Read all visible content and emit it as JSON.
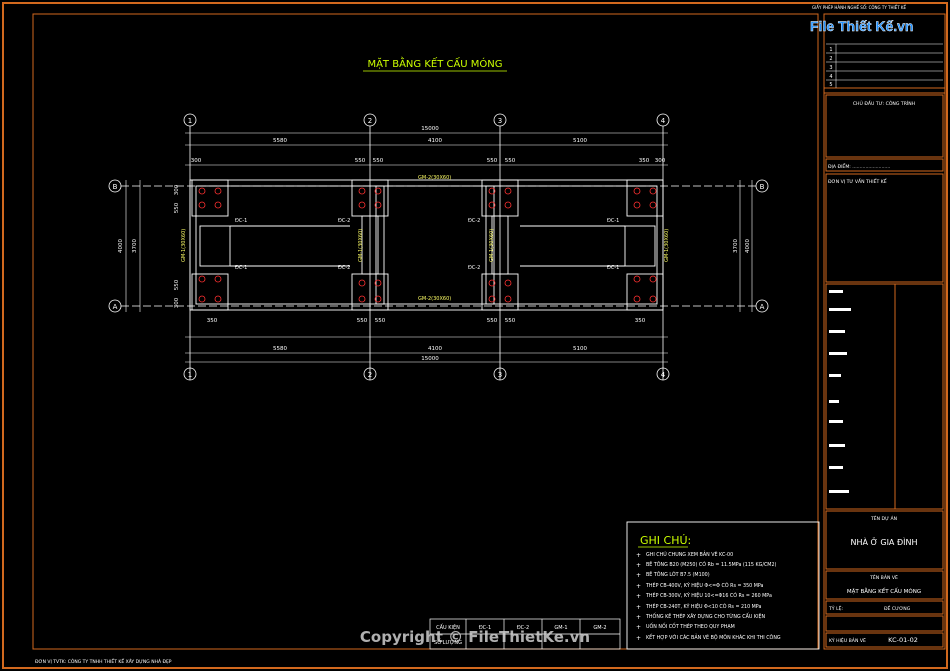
{
  "logo": {
    "text": "File Thiết Kế.vn",
    "top_line": "GIẤY PHÉP HÀNH NGHỀ SỐ: CÔNG TY THIẾT KẾ"
  },
  "drawing": {
    "title": "MẶT BẰNG KẾT CẤU MÓNG",
    "axes_x": [
      "1",
      "2",
      "3",
      "4"
    ],
    "axes_y": [
      "B",
      "A"
    ],
    "total_span": "15000",
    "spans": [
      "5580",
      "4100",
      "5100"
    ],
    "inner_dims": [
      "300",
      "550",
      "550",
      "550",
      "550",
      "350",
      "300"
    ],
    "bottom_dims": [
      "350",
      "550",
      "550",
      "550",
      "550",
      "350"
    ],
    "depth_total": "4000",
    "depth_inner": "3700",
    "side_dims": [
      "300",
      "550",
      "550",
      "300"
    ],
    "beam_top": "GM-2(30X60)",
    "beam_bottom": "GM-2(30X60)",
    "beam_left": "GM-1(30X60)",
    "beam_mid_left": "GM-1(30X60)",
    "beam_mid_right": "GM-1(30X60)",
    "beam_right": "GM-1(30X60)",
    "footing_a": "ĐC-1",
    "footing_b": "ĐC-2"
  },
  "notes": {
    "heading": "GHI CHÚ:",
    "items": [
      "GHI CHÚ CHUNG XEM BẢN VẼ KC-00",
      "BÊ TÔNG B20 (M250) CÓ Rb = 11.5MPa (115 KG/CM2)",
      "BÊ TÔNG LÓT B7.5 (M100)",
      "THÉP CB-400V, KÝ HIỆU Φ<=Φ CÓ Rs = 350 MPa",
      "THÉP CB-300V, KÝ HIỆU 10<=Φ16 CÓ Rs = 260 MPa",
      "THÉP CB-240T, KÝ HIỆU Φ<10 CÓ Rs = 210 MPa",
      "THỐNG KÊ THÉP XÂY DỰNG CHO TỪNG CẤU KIỆN",
      "UỐN NỐI CỐT THÉP THEO QUY PHẠM",
      "KẾT HỢP VỚI CÁC BẢN VẼ BỘ MÔN KHÁC KHI THI CÔNG"
    ]
  },
  "legend_table": {
    "headers": [
      "CẤU KIỆN",
      "ĐC-1",
      "ĐC-2",
      "GM-1",
      "GM-2"
    ],
    "row": [
      "SỐ LƯỢNG",
      "",
      "",
      "",
      ""
    ]
  },
  "title_block": {
    "rev_rows": [
      "1",
      "2",
      "3",
      "4",
      "5"
    ],
    "investor_label": "CHỦ ĐẦU TƯ: CÔNG TRÌNH",
    "address": "ĐỊA ĐIỂM: ..........................",
    "design_unit": "ĐƠN VỊ TƯ VẤN THIẾT KẾ",
    "project_label": "TÊN DỰ ÁN",
    "project_name": "NHÀ Ở GIA ĐÌNH",
    "sheet_label": "TÊN BẢN VẼ",
    "sheet_name": "MẶT BẰNG KẾT CẤU MÓNG",
    "scale_label": "TỶ LỆ:",
    "scale_value": "ĐỀ CƯƠNG",
    "sheet_no_label": "KÝ HIỆU BẢN VẼ",
    "sheet_no": "KC-01-02"
  },
  "footer": {
    "company": "ĐƠN VỊ TVTK: CÔNG TY TNHH THIẾT KẾ XÂY DỰNG NHÀ ĐẸP",
    "copyright": "Copyright © FileThietKe.vn"
  },
  "colors": {
    "frame": "#d2691e",
    "lines": "#ffffff",
    "text": "#ffffff",
    "dim": "#00ff00",
    "title": "#ccff00",
    "beam_label": "#ffff66"
  }
}
